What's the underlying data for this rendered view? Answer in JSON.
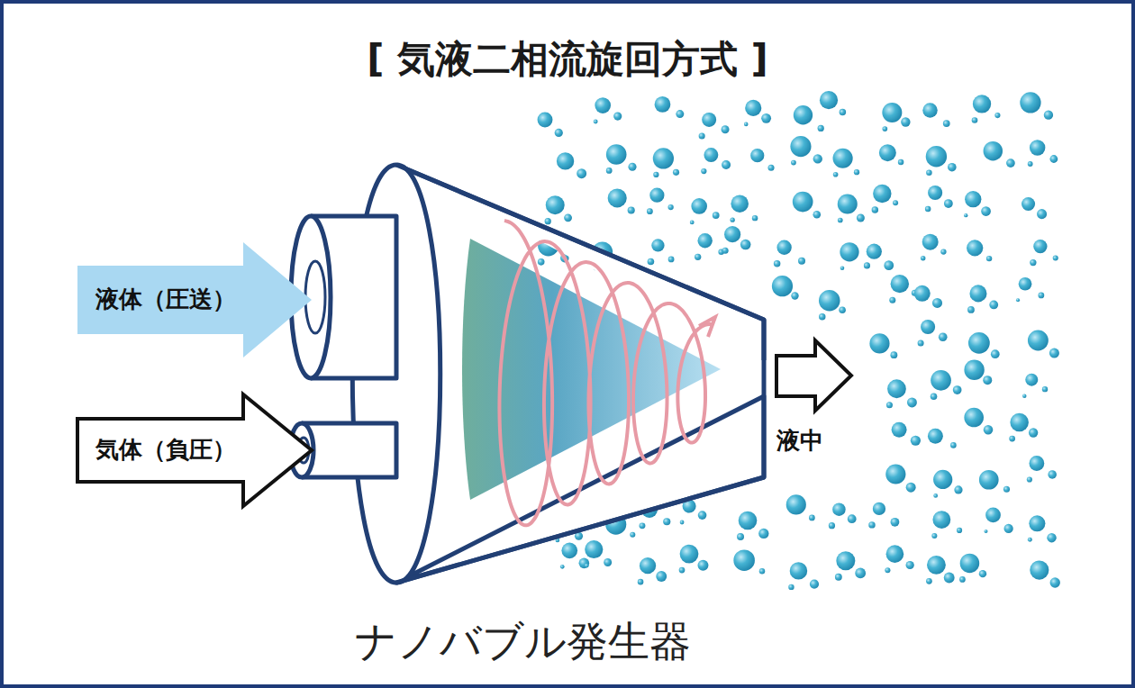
{
  "diagram": {
    "title": "[ 気液二相流旋回方式 ]",
    "caption": "ナノバブル発生器",
    "nodes": [
      {
        "text": [
          "液体（圧送）"
        ]
      },
      {
        "text": [
          "気体（負圧）"
        ]
      }
    ],
    "labels": [
      "液中"
    ]
  }
}
